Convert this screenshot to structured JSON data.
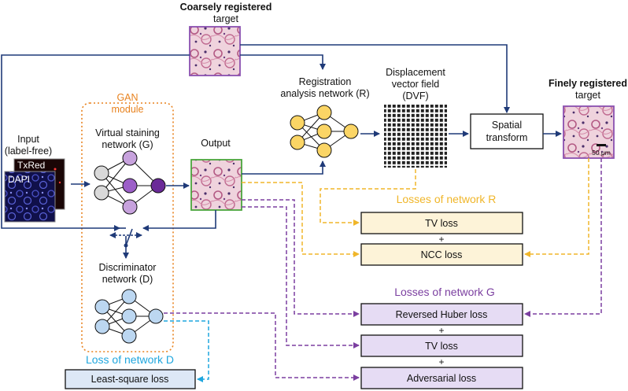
{
  "labels": {
    "coarse_title": "Coarsely registered",
    "coarse_sub": "target",
    "gan_title": "GAN",
    "gan_sub": "module",
    "input_title": "Input",
    "input_sub": "(label-free)",
    "txred": "TxRed",
    "dapi": "DAPI",
    "vs_title": "Virtual staining",
    "vs_sub": "network (G)",
    "output": "Output",
    "reg_title": "Registration",
    "reg_sub": "analysis network (R)",
    "dvf_1": "Displacement",
    "dvf_2": "vector field",
    "dvf_3": "(DVF)",
    "fine_title": "Finely registered",
    "fine_sub": "target",
    "scale_bar": "50 μm",
    "spatial_1": "Spatial",
    "spatial_2": "transform",
    "disc_title": "Discriminator",
    "disc_sub": "network (D)",
    "losses_r": "Losses of network R",
    "losses_g": "Losses of network G",
    "loss_d": "Loss of network D",
    "plus": "+"
  },
  "loss_boxes": {
    "r_tv": "TV loss",
    "r_ncc": "NCC loss",
    "g_huber": "Reversed Huber loss",
    "g_tv": "TV loss",
    "g_adv": "Adversarial loss",
    "d_ls": "Least-square loss"
  },
  "colors": {
    "arrow_navy": "#1f3a78",
    "gan_orange": "#e8821e",
    "r_yellow": "#f0b62a",
    "g_purple": "#7b3fa0",
    "d_cyan": "#1fa6de",
    "r_box_fill": "#fdf3d8",
    "g_box_fill": "#e6dcf4",
    "d_box_fill": "#dde8f6",
    "target_border": "#8a50b0",
    "output_border": "#4aa63c"
  }
}
